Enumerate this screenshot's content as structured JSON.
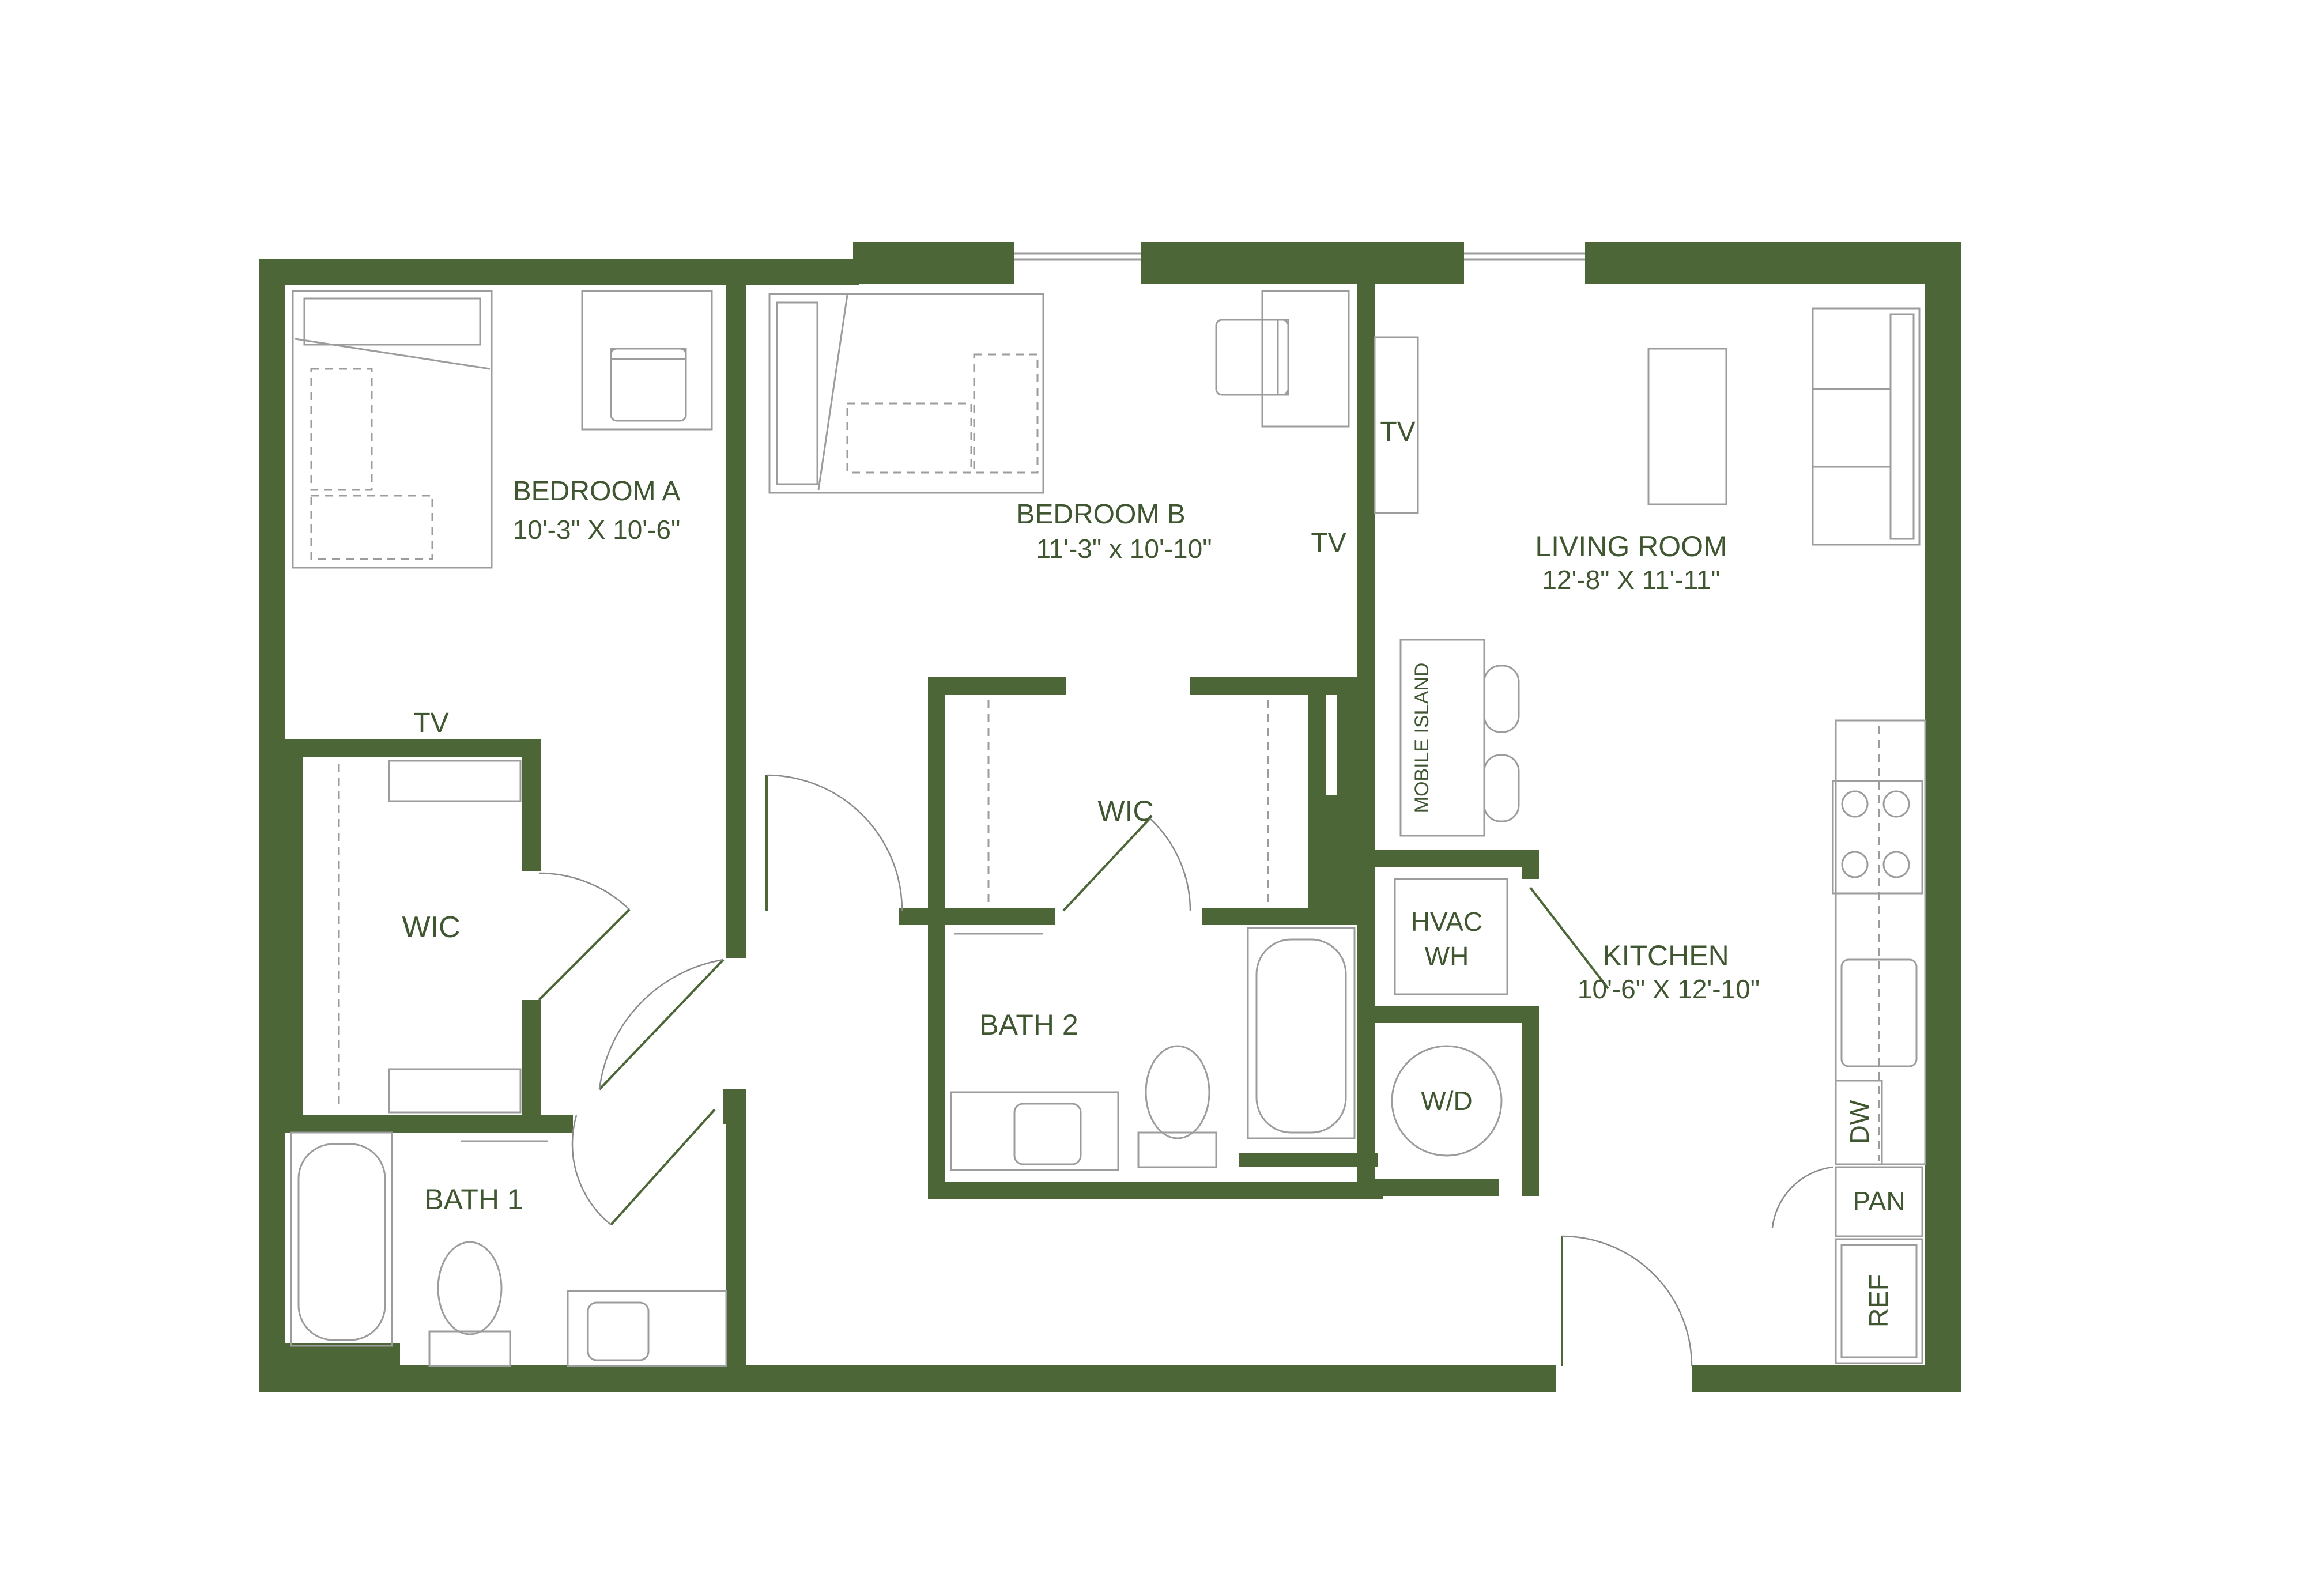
{
  "colors": {
    "wall": "#4d6637",
    "text": "#3f5631",
    "fixture": "#9c9c9c",
    "background": "#ffffff"
  },
  "rooms": {
    "bedroom_a": {
      "name": "BEDROOM A",
      "dims": "10'-3\" X 10'-6\""
    },
    "bedroom_b": {
      "name": "BEDROOM B",
      "dims": "11'-3\" x 10'-10\""
    },
    "living_room": {
      "name": "LIVING ROOM",
      "dims": "12'-8\" X 11'-11\""
    },
    "kitchen": {
      "name": "KITCHEN",
      "dims": "10'-6\" X 12'-10\""
    },
    "wic_a": {
      "name": "WIC"
    },
    "wic_b": {
      "name": "WIC"
    },
    "bath_1": {
      "name": "BATH 1"
    },
    "bath_2": {
      "name": "BATH 2"
    }
  },
  "labels": {
    "tv_bedroom_a": "TV",
    "tv_bedroom_b": "TV",
    "tv_living": "TV",
    "mobile_island": "MOBILE ISLAND",
    "hvac": "HVAC",
    "wh": "WH",
    "washer_dryer": "W/D",
    "dishwasher": "DW",
    "pantry": "PAN",
    "refrigerator": "REF"
  }
}
